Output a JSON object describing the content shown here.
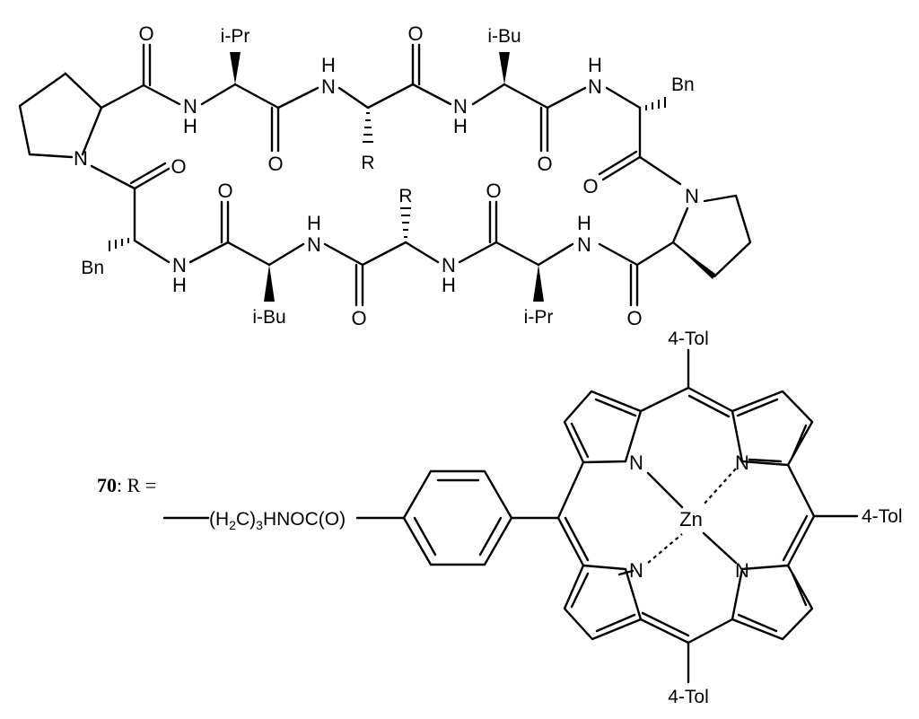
{
  "atoms": {
    "oxygen": "O",
    "nh_n": "N",
    "nh_h": "H",
    "nitrogen": "N",
    "zinc": "Zn"
  },
  "groups": {
    "isopropyl": "i-Pr",
    "isobutyl": "i-Bu",
    "benzyl": "Bn",
    "r_group": "R",
    "tolyl": "4-Tol"
  },
  "definition": {
    "compound_number": "70",
    "equals_text": ": R =",
    "linker_prefix": "(H",
    "linker_sub1": "2",
    "linker_mid": "C)",
    "linker_sub2": "3",
    "linker_suffix": "HNOC(O)"
  }
}
